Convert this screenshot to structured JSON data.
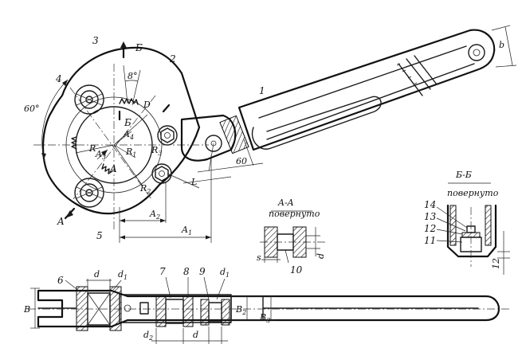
{
  "parts": {
    "p1": "1",
    "p2": "2",
    "p3": "3",
    "p4": "4",
    "p5": "5",
    "p6": "6",
    "p7": "7",
    "p8": "8",
    "p9": "9",
    "p10": "10",
    "p11": "11",
    "p12": "12",
    "p13": "13",
    "p14": "14"
  },
  "dims": {
    "angle60": "60°",
    "angle8": "8°",
    "dim60": "60",
    "L": "L",
    "A1": "A",
    "A1sub": "1",
    "A2": "A",
    "A2sub": "2",
    "A3": "A",
    "A3sub": "3",
    "A4": "A",
    "A4sub": "4",
    "R": "R",
    "R1": "R",
    "R1sub": "1",
    "R2": "R",
    "R2sub": "2",
    "R3": "R",
    "R3sub": "3",
    "D": "D",
    "b": "b",
    "B": "B",
    "B2": "B",
    "B2sub": "2",
    "B3": "B",
    "B3sub": "3",
    "d": "d",
    "d_bottom": "d",
    "d1a": "d",
    "d1b": "d",
    "d1sub": "1",
    "d2": "d",
    "d2sub": "2",
    "s": "s",
    "dAA": "d",
    "dim12": "12",
    "cutA1": "A",
    "cutA2": "A",
    "cutB1": "Б",
    "cutB2": "Б",
    "cutA_inner": "A",
    "cutB_inner": "Б"
  },
  "sections": {
    "aa_title": "A-A",
    "aa_sub": "повернуто",
    "bb_title": "Б-Б",
    "bb_sub": "повернуто"
  }
}
